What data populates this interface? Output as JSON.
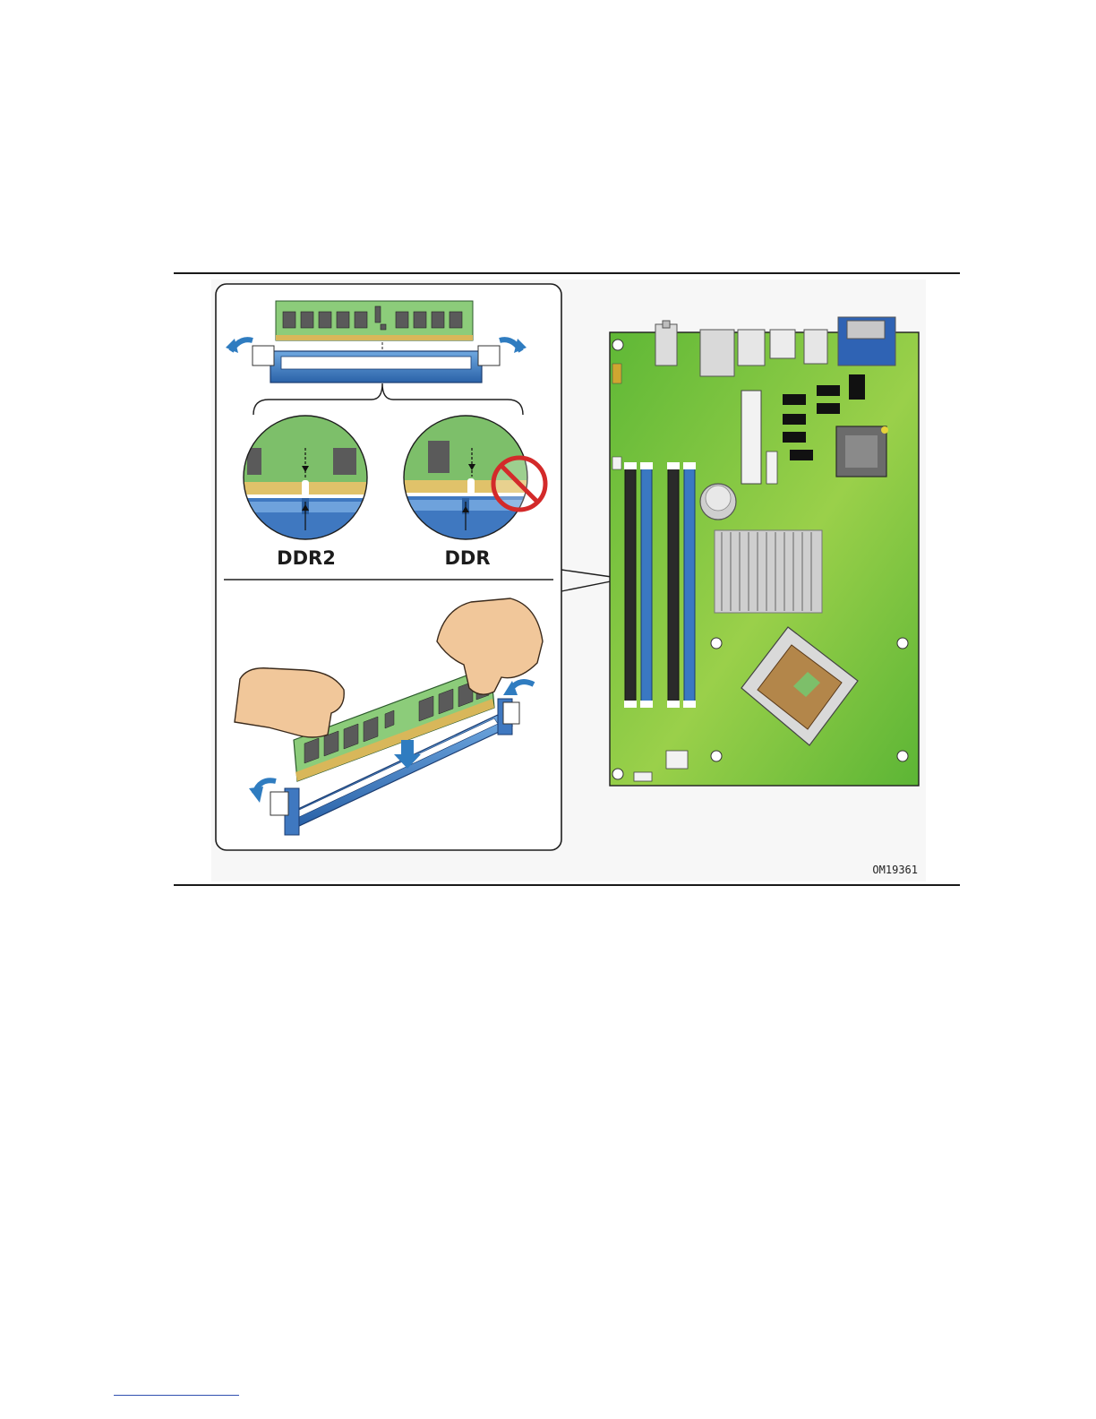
{
  "figure": {
    "labels": {
      "ddr2": "DDR2",
      "ddr": "DDR",
      "figure_id": "OM19361"
    },
    "colors": {
      "board_green": "#7cc63a",
      "slot_blue": "#3a78c2",
      "slot_black": "#2a2a2a",
      "dimm_green": "#7fbf6a",
      "prohibited_red": "#d32a2a",
      "arrow_blue": "#2f7cc0"
    }
  }
}
